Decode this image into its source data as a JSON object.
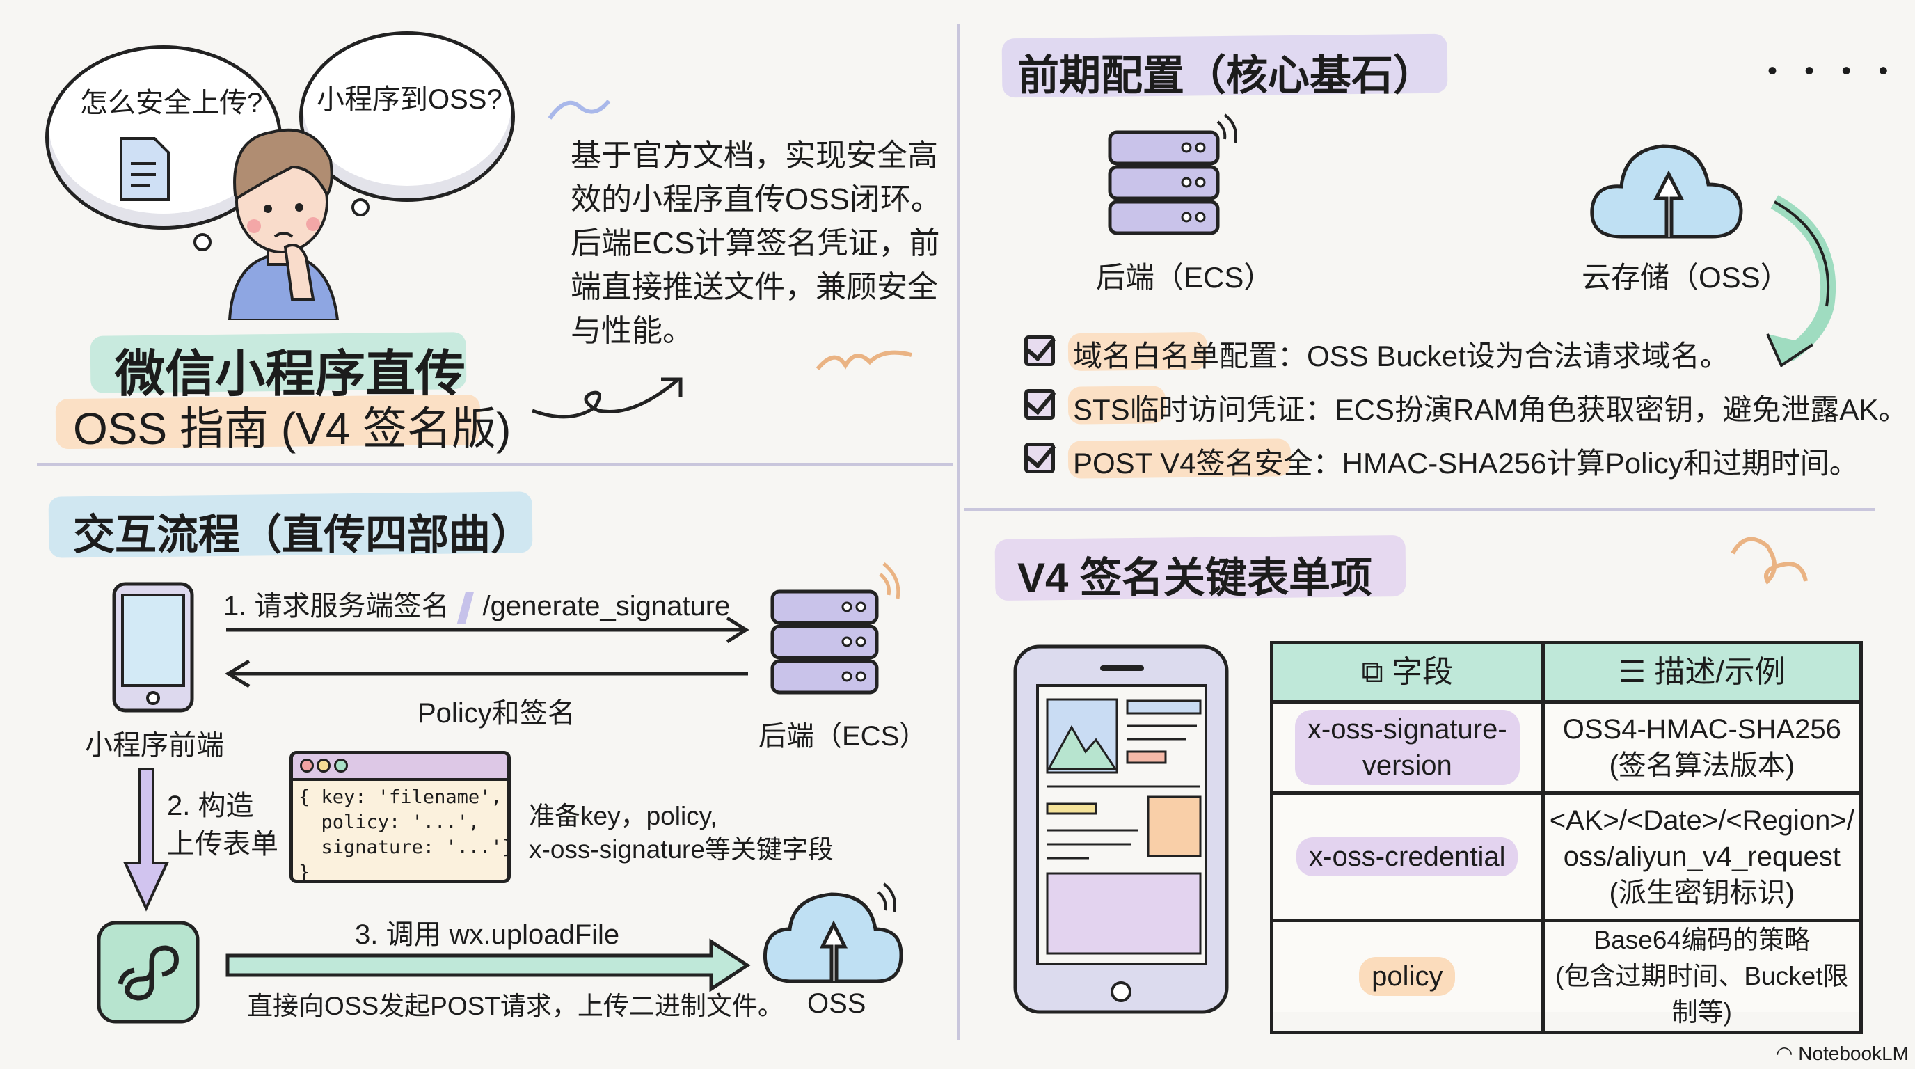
{
  "colors": {
    "green": "#bfe8d9",
    "orange": "#fbdcbc",
    "purple": "#dcd3f0",
    "blue": "#c9e4f0",
    "lavender": "#e3d3ef"
  },
  "intro": {
    "bubble_left": "怎么安全上传?",
    "bubble_right": "小程序到OSS?",
    "title_line1": "微信小程序直传",
    "title_line2": "OSS 指南 (V4 签名版)",
    "description": [
      "基于官方文档，实现安全高",
      "效的小程序直传OSS闭环。",
      "后端ECS计算签名凭证，前",
      "端直接推送文件，兼顾安全",
      "与性能。"
    ]
  },
  "config": {
    "heading": "前期配置（核心基石）",
    "backend_label": "后端（ECS）",
    "storage_label": "云存储（OSS）",
    "items": [
      {
        "key": "域名白名单配置：",
        "text": "OSS Bucket设为合法请求域名。"
      },
      {
        "key": "STS临时访问凭证：",
        "text": "ECS扮演RAM角色获取密钥，避免泄露AK。"
      },
      {
        "key": "POST V4签名安全：",
        "text": "HMAC-SHA256计算Policy和过期时间。"
      }
    ]
  },
  "flow": {
    "heading": "交互流程（直传四部曲）",
    "frontend_label": "小程序前端",
    "backend_label": "后端（ECS）",
    "step1": "1. 请求服务端签名",
    "step1_endpoint": "/generate_signature",
    "step1_response": "Policy和签名",
    "step2_line1": "2. 构造",
    "step2_line2": "上传表单",
    "code_lines": [
      "{ key: 'filename',",
      "  policy: '...',",
      "  signature: '...'}",
      "}"
    ],
    "step2_note_line1": "准备key，policy,",
    "step2_note_line2": "x-oss-signature等关键字段",
    "step3": "3. 调用 wx.uploadFile",
    "step3_note": "直接向OSS发起POST请求，上传二进制文件。",
    "oss_label": "OSS"
  },
  "v4": {
    "heading": "V4 签名关键表单项",
    "col_field": "字段",
    "col_desc": "描述/示例",
    "rows": [
      {
        "field_line1": "x-oss-signature-",
        "field_line2": "version",
        "desc": [
          "OSS4-HMAC-SHA256",
          "(签名算法版本)"
        ]
      },
      {
        "field_line1": "x-oss-credential",
        "field_line2": "",
        "desc": [
          "<AK>/<Date>/<Region>/",
          "oss/aliyun_v4_request",
          "(派生密钥标识)"
        ]
      },
      {
        "field_line1": "policy",
        "field_line2": "",
        "desc": [
          "Base64编码的策略",
          "(包含过期时间、Bucket限制等)"
        ]
      }
    ]
  },
  "footer": {
    "brand": "NotebookLM"
  }
}
